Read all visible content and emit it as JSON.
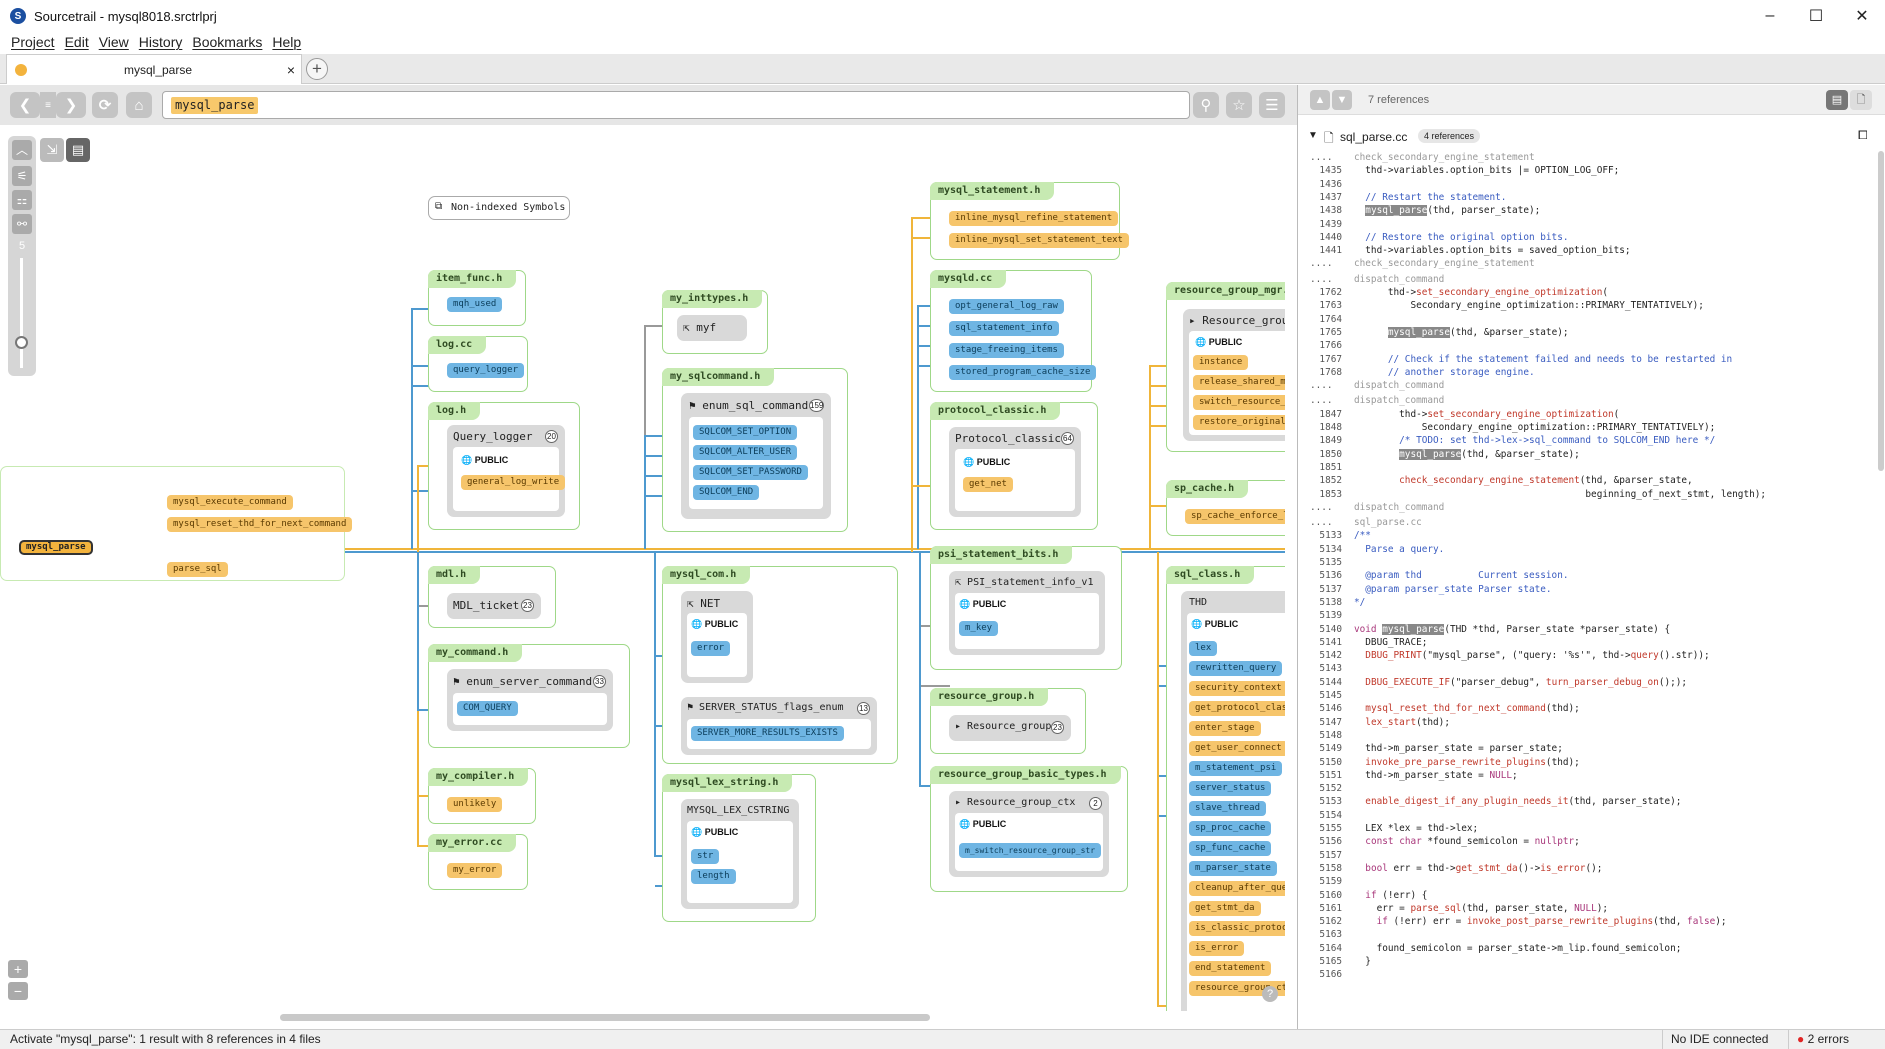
{
  "window": {
    "title": "Sourcetrail - mysql8018.srctrlprj",
    "minimize": "–",
    "maximize": "☐",
    "close": "✕"
  },
  "menu": [
    "Project",
    "Edit",
    "View",
    "History",
    "Bookmarks",
    "Help"
  ],
  "tab": {
    "label": "mysql_parse",
    "close": "×",
    "add": "+"
  },
  "search": {
    "query": "mysql_parse"
  },
  "graph": {
    "depth_label": "5",
    "selected_node": "mysql_parse",
    "non_indexed": "Non-indexed Symbols",
    "public_label": "PUBLIC",
    "left_calls": [
      "mysql_execute_command",
      "mysql_reset_thd_for_next_command",
      "parse_sql"
    ],
    "files": {
      "item_func": {
        "title": "item_func.h",
        "items": [
          "mqh_used"
        ]
      },
      "log_cc": {
        "title": "log.cc",
        "items": [
          "query_logger"
        ]
      },
      "log_h": {
        "title": "log.h",
        "class": "Query_logger",
        "count": "20",
        "items": [
          "general_log_write"
        ]
      },
      "my_inttypes": {
        "title": "my_inttypes.h",
        "class": "myf"
      },
      "my_sqlcommand": {
        "title": "my_sqlcommand.h",
        "class": "enum_sql_command",
        "count": "159",
        "items": [
          "SQLCOM_SET_OPTION",
          "SQLCOM_ALTER_USER",
          "SQLCOM_SET_PASSWORD",
          "SQLCOM_END"
        ]
      },
      "mysql_statement": {
        "title": "mysql_statement.h",
        "items": [
          "inline_mysql_refine_statement",
          "inline_mysql_set_statement_text"
        ]
      },
      "mysqld_cc": {
        "title": "mysqld.cc",
        "items": [
          "opt_general_log_raw",
          "sql_statement_info",
          "stage_freeing_items",
          "stored_program_cache_size"
        ]
      },
      "protocol_classic": {
        "title": "protocol_classic.h",
        "class": "Protocol_classic",
        "count": "64",
        "items": [
          "get_net"
        ]
      },
      "resource_group_mgr": {
        "title": "resource_group_mgr.h",
        "class": "Resource_group_",
        "items": [
          "instance",
          "release_shared_md",
          "switch_resource_g",
          "restore_original_"
        ]
      },
      "sp_cache": {
        "title": "sp_cache.h",
        "items": [
          "sp_cache_enforce_lim"
        ]
      },
      "mdl": {
        "title": "mdl.h",
        "class": "MDL_ticket",
        "count": "23"
      },
      "my_command": {
        "title": "my_command.h",
        "class": "enum_server_command",
        "count": "33",
        "items": [
          "COM_QUERY"
        ]
      },
      "my_compiler": {
        "title": "my_compiler.h",
        "items": [
          "unlikely"
        ]
      },
      "my_error": {
        "title": "my_error.cc",
        "items": [
          "my_error"
        ]
      },
      "mysql_com": {
        "title": "mysql_com.h",
        "class": "NET",
        "items": [
          "error"
        ],
        "class2": "SERVER_STATUS_flags_enum",
        "count2": "13",
        "items2": [
          "SERVER_MORE_RESULTS_EXISTS"
        ]
      },
      "mysql_lex_string": {
        "title": "mysql_lex_string.h",
        "class": "MYSQL_LEX_CSTRING",
        "items": [
          "str",
          "length"
        ]
      },
      "psi_statement_bits": {
        "title": "psi_statement_bits.h",
        "class": "PSI_statement_info_v1",
        "items": [
          "m_key"
        ]
      },
      "resource_group": {
        "title": "resource_group.h",
        "class": "Resource_group",
        "count": "23"
      },
      "resource_group_basic_types": {
        "title": "resource_group_basic_types.h",
        "class": "Resource_group_ctx",
        "count": "2",
        "items": [
          "m_switch_resource_group_str"
        ]
      },
      "sql_class": {
        "title": "sql_class.h",
        "class": "THD",
        "vars_blue": [
          "lex",
          "rewritten_query"
        ],
        "items": [
          "security_context",
          "get_protocol_clas",
          "enter_stage",
          "get_user_connect",
          "m_statement_psi",
          "server_status",
          "slave_thread",
          "sp_proc_cache",
          "sp_func_cache",
          "m_parser_state",
          "cleanup_after_que",
          "get_stmt_da",
          "is_classic_protoc",
          "is_error",
          "end_statement",
          "resource_group_ct"
        ]
      }
    },
    "zoom_in": "+",
    "zoom_out": "−",
    "help": "?"
  },
  "code": {
    "references": "7 references",
    "file": "sql_parse.cc",
    "file_refs": "4 references",
    "snippets": [
      {
        "sep": "check_secondary_engine_statement",
        "lines": [
          [
            "1435",
            "  thd->variables.option_bits |= OPTION_LOG_OFF;"
          ],
          [
            "1436",
            ""
          ],
          [
            "1437",
            "  // Restart the statement."
          ],
          [
            "1438",
            "  mysql_parse(thd, parser_state);"
          ],
          [
            "1439",
            ""
          ],
          [
            "1440",
            "  // Restore the original option bits."
          ],
          [
            "1441",
            "  thd->variables.option_bits = saved_option_bits;"
          ]
        ]
      },
      {
        "sep": "check_secondary_engine_statement",
        "lines": []
      },
      {
        "sep": "dispatch_command",
        "lines": [
          [
            "1762",
            "      thd->set_secondary_engine_optimization("
          ],
          [
            "1763",
            "          Secondary_engine_optimization::PRIMARY_TENTATIVELY);"
          ],
          [
            "1764",
            ""
          ],
          [
            "1765",
            "      mysql_parse(thd, &parser_state);"
          ],
          [
            "1766",
            ""
          ],
          [
            "1767",
            "      // Check if the statement failed and needs to be restarted in"
          ],
          [
            "1768",
            "      // another storage engine."
          ]
        ]
      },
      {
        "sep": "dispatch_command",
        "lines": []
      },
      {
        "sep": "dispatch_command",
        "lines": [
          [
            "1847",
            "        thd->set_secondary_engine_optimization("
          ],
          [
            "1848",
            "            Secondary_engine_optimization::PRIMARY_TENTATIVELY);"
          ],
          [
            "1849",
            "        /* TODO: set thd->lex->sql_command to SQLCOM_END here */"
          ],
          [
            "1850",
            "        mysql_parse(thd, &parser_state);"
          ],
          [
            "1851",
            ""
          ],
          [
            "1852",
            "        check_secondary_engine_statement(thd, &parser_state,"
          ],
          [
            "1853",
            "                                         beginning_of_next_stmt, length);"
          ]
        ]
      },
      {
        "sep": "dispatch_command",
        "lines": []
      },
      {
        "sep": "sql_parse.cc",
        "lines": [
          [
            "5133",
            "/**"
          ],
          [
            "5134",
            "  Parse a query."
          ],
          [
            "5135",
            ""
          ],
          [
            "5136",
            "  @param thd          Current session."
          ],
          [
            "5137",
            "  @param parser_state Parser state."
          ],
          [
            "5138",
            "*/"
          ],
          [
            "5139",
            ""
          ],
          [
            "5140",
            "void mysql_parse(THD *thd, Parser_state *parser_state) {"
          ],
          [
            "5141",
            "  DBUG_TRACE;"
          ],
          [
            "5142",
            "  DBUG_PRINT(\"mysql_parse\", (\"query: '%s'\", thd->query().str));"
          ],
          [
            "5143",
            ""
          ],
          [
            "5144",
            "  DBUG_EXECUTE_IF(\"parser_debug\", turn_parser_debug_on(););"
          ],
          [
            "5145",
            ""
          ],
          [
            "5146",
            "  mysql_reset_thd_for_next_command(thd);"
          ],
          [
            "5147",
            "  lex_start(thd);"
          ],
          [
            "5148",
            ""
          ],
          [
            "5149",
            "  thd->m_parser_state = parser_state;"
          ],
          [
            "5150",
            "  invoke_pre_parse_rewrite_plugins(thd);"
          ],
          [
            "5151",
            "  thd->m_parser_state = NULL;"
          ],
          [
            "5152",
            ""
          ],
          [
            "5153",
            "  enable_digest_if_any_plugin_needs_it(thd, parser_state);"
          ],
          [
            "5154",
            ""
          ],
          [
            "5155",
            "  LEX *lex = thd->lex;"
          ],
          [
            "5156",
            "  const char *found_semicolon = nullptr;"
          ],
          [
            "5157",
            ""
          ],
          [
            "5158",
            "  bool err = thd->get_stmt_da()->is_error();"
          ],
          [
            "5159",
            ""
          ],
          [
            "5160",
            "  if (!err) {"
          ],
          [
            "5161",
            "    err = parse_sql(thd, parser_state, NULL);"
          ],
          [
            "5162",
            "    if (!err) err = invoke_post_parse_rewrite_plugins(thd, false);"
          ],
          [
            "5163",
            ""
          ],
          [
            "5164",
            "    found_semicolon = parser_state->m_lip.found_semicolon;"
          ],
          [
            "5165",
            "  }"
          ],
          [
            "5166",
            ""
          ]
        ]
      }
    ]
  },
  "status": {
    "message": "Activate \"mysql_parse\": 1 result with 8 references in 4 files",
    "ide": "No IDE connected",
    "errors": "2 errors"
  },
  "colors": {
    "function": "#f6c56b",
    "variable": "#6fb5e3",
    "file_border": "#9fd888",
    "edge_call": "#f0b53a",
    "edge_use": "#4e99cf",
    "error_dot": "#e02424"
  }
}
